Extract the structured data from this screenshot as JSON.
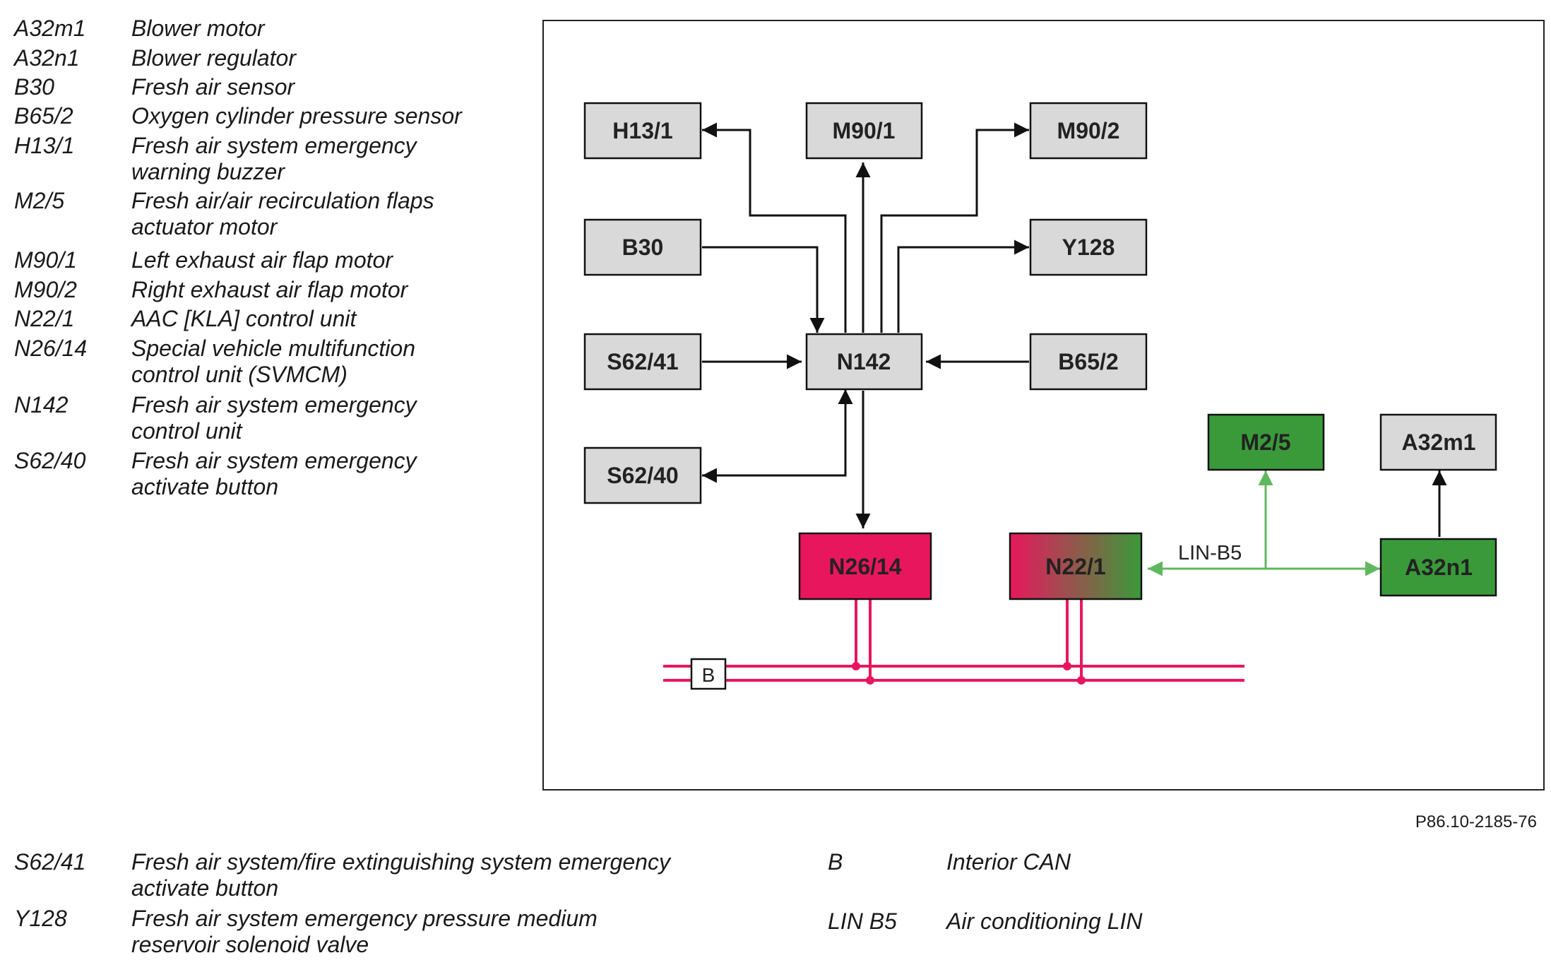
{
  "legend_top": [
    {
      "code": "A32m1",
      "desc": [
        "Blower motor"
      ]
    },
    {
      "code": "A32n1",
      "desc": [
        "Blower regulator"
      ]
    },
    {
      "code": "B30",
      "desc": [
        "Fresh air sensor"
      ]
    },
    {
      "code": "B65/2",
      "desc": [
        "Oxygen cylinder pressure sensor"
      ]
    },
    {
      "code": "H13/1",
      "desc": [
        "Fresh air system emergency",
        "warning buzzer"
      ]
    },
    {
      "code": "M2/5",
      "desc": [
        "Fresh air/air recirculation flaps",
        "actuator motor"
      ]
    },
    {
      "code": "M90/1",
      "desc": [
        "Left exhaust air flap motor"
      ]
    },
    {
      "code": "M90/2",
      "desc": [
        "Right exhaust air flap motor"
      ]
    },
    {
      "code": "N22/1",
      "desc": [
        "AAC [KLA] control unit"
      ]
    },
    {
      "code": "N26/14",
      "desc": [
        "Special vehicle multifunction",
        "control unit (SVMCM)"
      ]
    },
    {
      "code": "N142",
      "desc": [
        "Fresh air system emergency",
        "control unit"
      ]
    },
    {
      "code": "S62/40",
      "desc": [
        "Fresh air system emergency",
        "activate button"
      ]
    }
  ],
  "legend_bottom_left": [
    {
      "code": "S62/41",
      "desc": [
        "Fresh air system/fire extinguishing system emergency",
        "activate button"
      ]
    },
    {
      "code": "Y128",
      "desc": [
        "Fresh air system emergency pressure medium",
        "reservoir solenoid valve"
      ]
    }
  ],
  "legend_bottom_right": [
    {
      "code": "B",
      "desc": [
        "Interior CAN"
      ]
    },
    {
      "code": "LIN B5",
      "desc": [
        "Air conditioning LIN"
      ]
    }
  ],
  "diagram": {
    "boxes": {
      "H13_1": "H13/1",
      "M90_1": "M90/1",
      "M90_2": "M90/2",
      "B30": "B30",
      "Y128": "Y128",
      "S62_41": "S62/41",
      "N142": "N142",
      "B65_2": "B65/2",
      "S62_40": "S62/40",
      "M2_5": "M2/5",
      "A32m1": "A32m1",
      "N26_14": "N26/14",
      "N22_1": "N22/1",
      "A32n1": "A32n1"
    },
    "bus_label": "LIN-B5",
    "can_label": "B",
    "colors": {
      "box_gray": "#d9d9d9",
      "box_green": "#3a9a3a",
      "box_red": "#e8175d",
      "lin_green": "#5fb85f",
      "can_red": "#e8175d"
    }
  },
  "figure_id": "P86.10-2185-76"
}
